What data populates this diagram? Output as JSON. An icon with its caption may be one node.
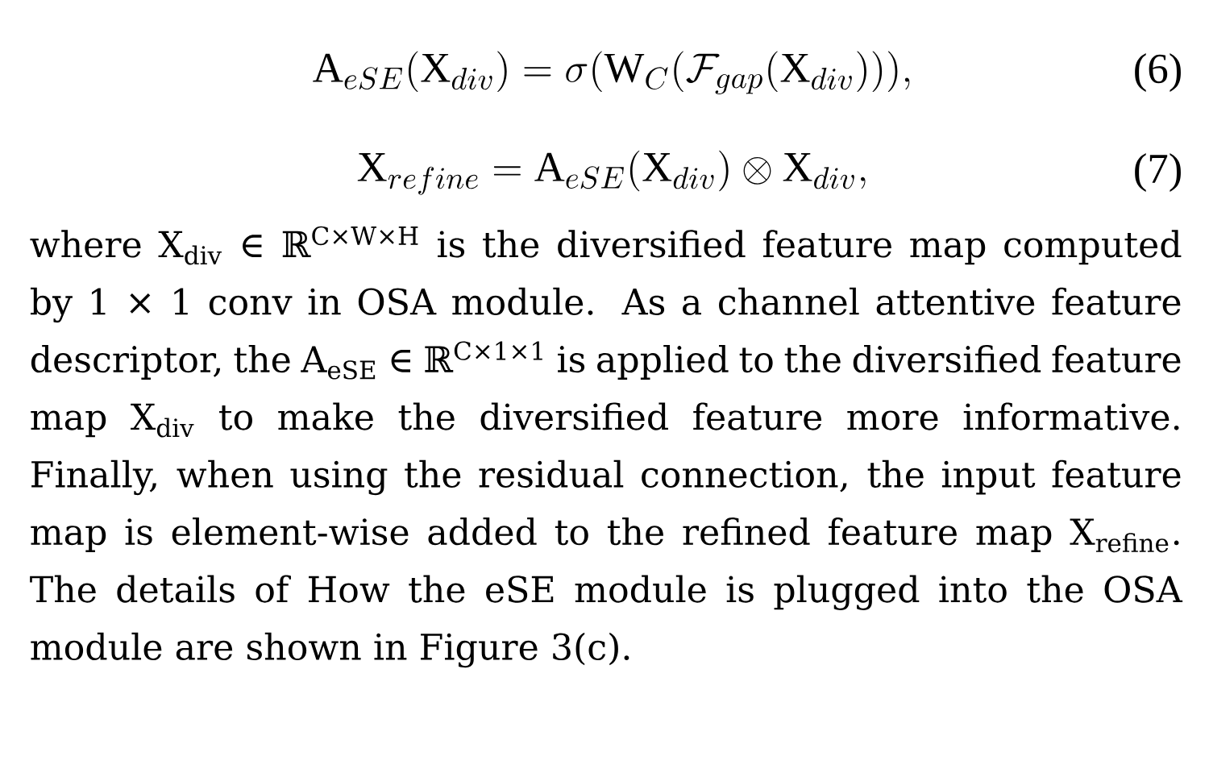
{
  "diagram": {
    "labels": [
      "\\mathrm{A}_{eSE}(\\mathrm{X}_{div}) = \\sigma(\\mathrm{W}_{C}(\\mathcal{F}_{gap}(\\mathrm{X}_{div}))),",
      "(6)",
      "\\mathrm{X}_{refine} = \\mathrm{A}_{eSE}(\\mathrm{X}_{div}) \\otimes \\mathrm{X}_{div},",
      "(7)",
      "where X$_{div}$ ∈ ℝ$^{C×W×H}$ is the diversified feature map computed by 1 × 1 conv in OSA module. As a channel attentive feature descriptor, the A$_{eSE}$ ∈ ℝ$^{C×1×1}$ is applied to the diversified feature map X$_{div}$ to make the diversified feature more informative. Finally, when using the residual connection, the input feature map is element-wise added to the refined feature map X$_{refine}$. The details of How the eSE module is plugged into the OSA module are shown in Figure 3(c)."
    ]
  }
}
